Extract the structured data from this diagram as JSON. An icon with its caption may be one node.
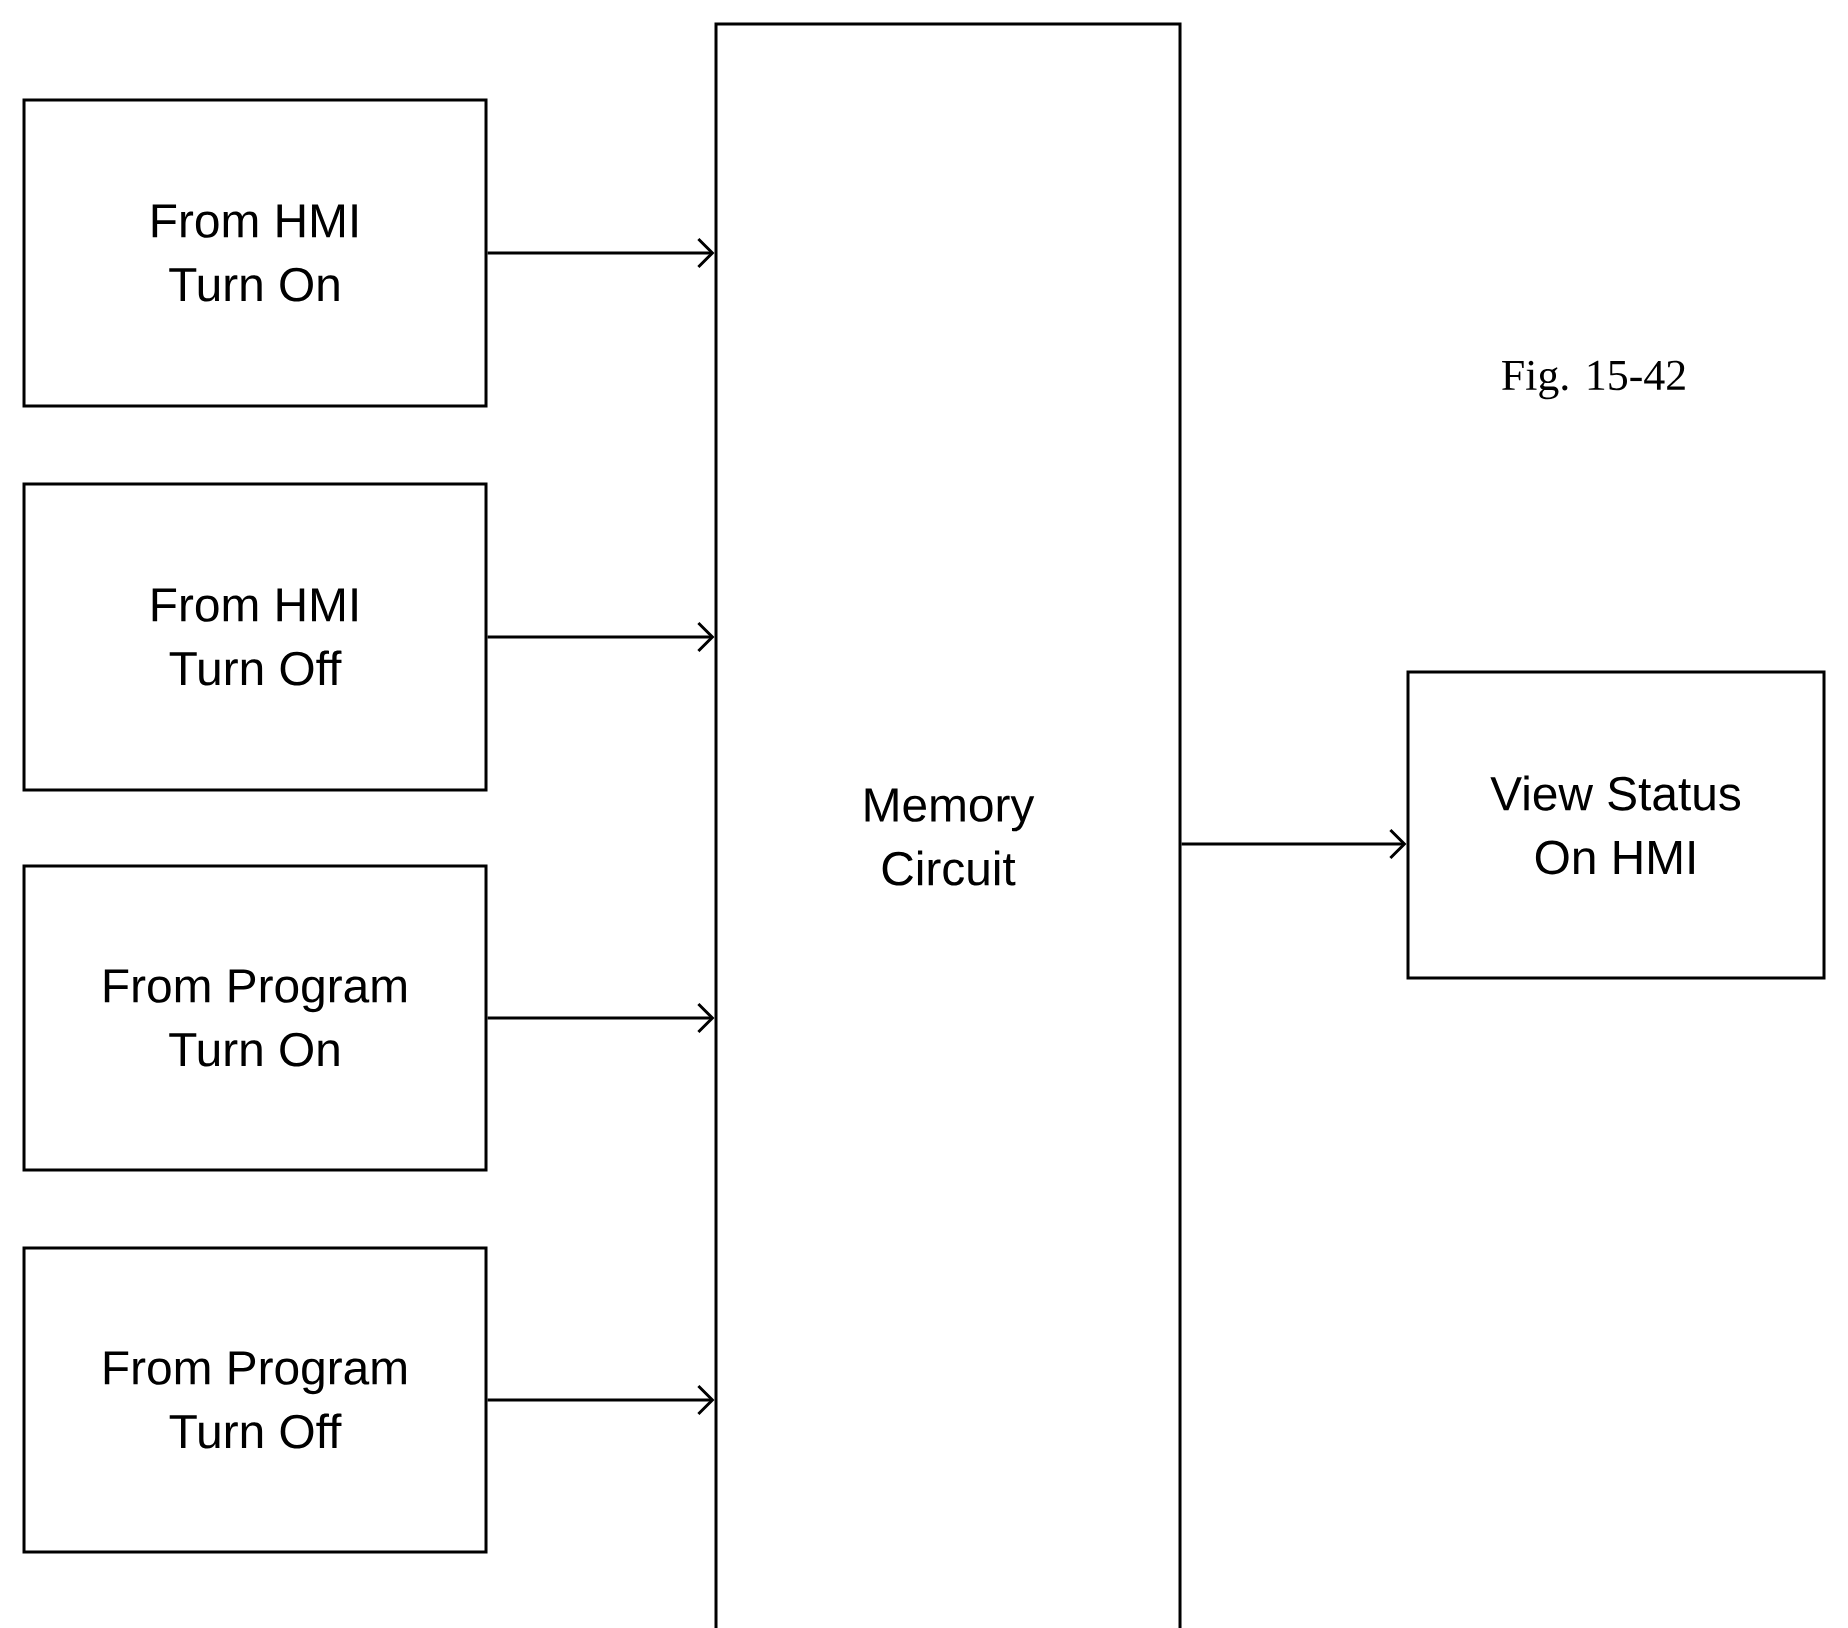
{
  "diagram": {
    "nodes": [
      {
        "text": [
          "From HMI Turn On"
        ]
      },
      {
        "text": [
          "From HMI Turn Off"
        ]
      },
      {
        "text": [
          "From Program Turn On"
        ]
      },
      {
        "text": [
          "From Program Turn Off"
        ]
      },
      {
        "text": [
          "Memory Circuit"
        ]
      },
      {
        "text": [
          "View Status On HMI"
        ]
      }
    ],
    "edges": [
      {
        "from": 0,
        "to": 4,
        "arrow": "to"
      },
      {
        "from": 1,
        "to": 4,
        "arrow": "to"
      },
      {
        "from": 2,
        "to": 4,
        "arrow": "to"
      },
      {
        "from": 3,
        "to": 4,
        "arrow": "to"
      },
      {
        "from": 4,
        "to": 5,
        "arrow": "to"
      }
    ],
    "labels": [
      "Fig. 15-42"
    ]
  }
}
